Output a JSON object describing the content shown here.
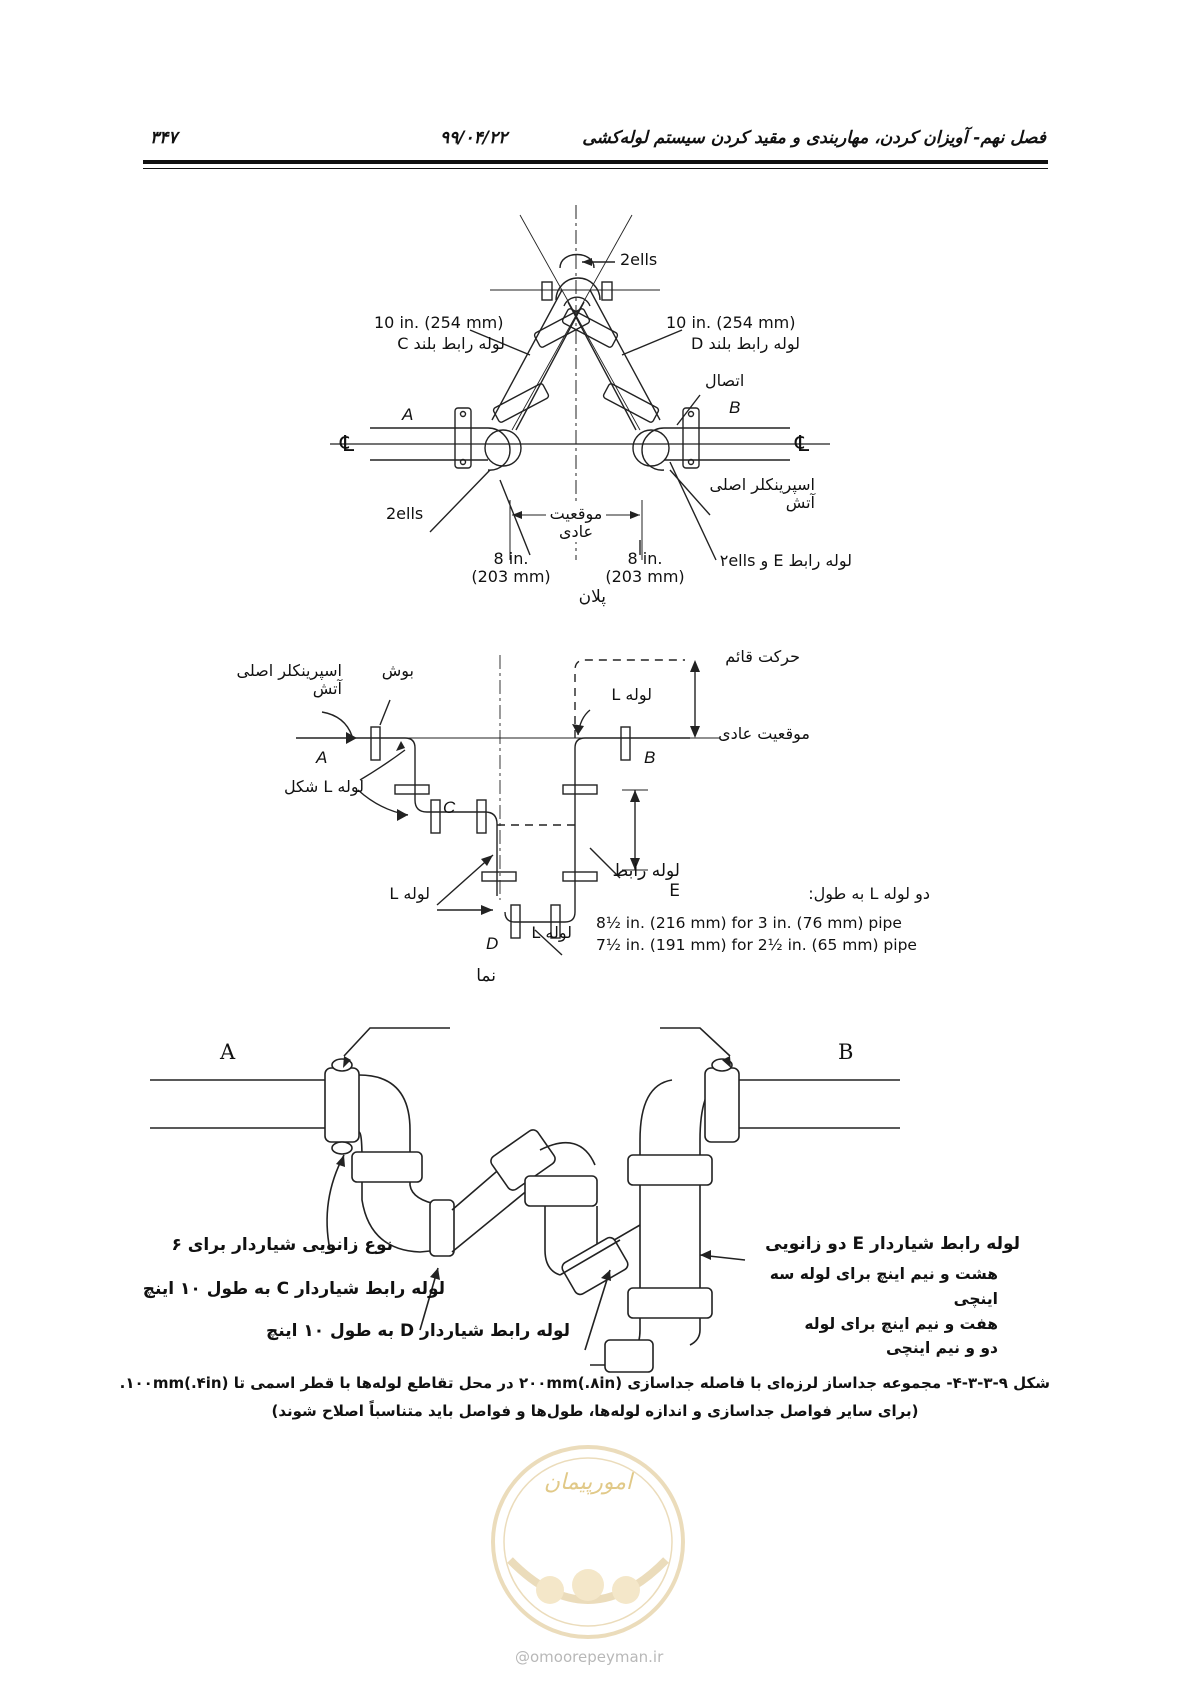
{
  "header": {
    "title": "فصل نهم- آویزان کردن، مهاربندی و مقید کردن سیستم لوله‌کشی",
    "date": "۹۹/۰۴/۲۲",
    "page_number": "۳۴۷"
  },
  "plan": {
    "two_ells_top": "2ells",
    "left_size": "10 in. (254 mm)",
    "left_label": "لوله رابط بلند C",
    "right_size": "10 in. (254 mm)",
    "right_label": "لوله رابط بلند D",
    "coupling": "اتصال",
    "a": "A",
    "b": "B",
    "cl": "℄",
    "main": "اسپرینکلر اصلی\nآتش",
    "two_ells_left": "2ells",
    "normal_position": "موقعیت\nعادی",
    "left_dim": "8 in.\n(203 mm)",
    "right_dim": "8 in.\n(203 mm)",
    "e_and_ells": "لوله رابط E و ۲ells",
    "caption": "پلان"
  },
  "elevation": {
    "main": "اسپرینکلر اصلی\nآتش",
    "bushing": "بوش",
    "vertical_motion": "حرکت قائم",
    "pipe_l_top": "لوله L",
    "normal_position": "موقعیت عادی",
    "a": "A",
    "b": "B",
    "l_shaped": "لوله L شکل",
    "c": "C",
    "pipe_l_left": "لوله L",
    "e_pipe": "لوله رابط\nE",
    "pipe_l_bottom": "لوله L",
    "d": "D",
    "two_l_lengths": "دو لوله L به طول:",
    "len_3in": "8½ in. (216 mm) for 3 in. (76 mm) pipe",
    "len_2_5in": "7½ in. (191 mm) for 2½ in. (65 mm) pipe",
    "caption": "نما"
  },
  "perspective": {
    "a": "A",
    "b": "B",
    "e_label": "لوله رابط شیاردار E دو زانویی",
    "e_desc": "هشت و نیم اینچ برای لوله سه اینچی\nهفت و  نیم اینچ برای لوله\nدو و نیم اینچی",
    "elbow_type": "نوع زانویی شیاردار برای ۶",
    "c_label": "لوله رابط شیاردار C به طول ۱۰ اینچ",
    "d_label": "لوله رابط شیاردار D به طول ۱۰ اینچ"
  },
  "figure_caption": {
    "line1": "شکل ۹-۳-۳-۴- مجموعه جداساز لرزه‌ای با فاصله جداسازی ۲۰۰mm(.۸in) در محل تقاطع لوله‌ها با قطر اسمی تا  ۱۰۰mm(.۴in).",
    "line2": "(برای سایر فواصل جداسازی و اندازه لوله‌ها، طول‌ها و فواصل باید متناسباً اصلاح شوند)"
  },
  "watermark": {
    "logo_text": "امورپیمان",
    "site": "@omoorepeyman.ir"
  }
}
